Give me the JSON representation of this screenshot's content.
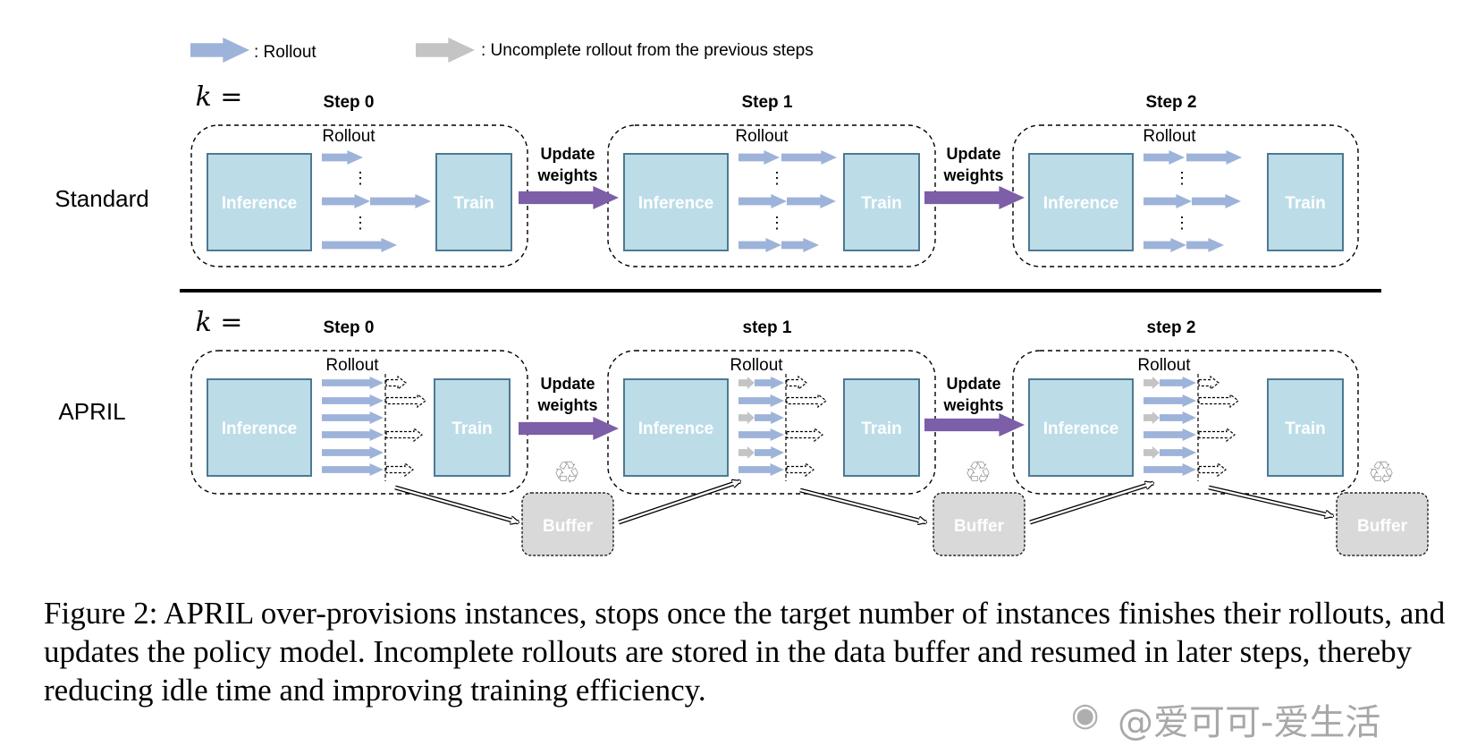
{
  "legend": {
    "rollout_label": ": Rollout",
    "incomplete_label": ": Uncomplete rollout from the previous steps",
    "colors": {
      "rollout": "#9db3d9",
      "incomplete": "#c4c4c4"
    }
  },
  "k_label": "k =",
  "standard": {
    "row_label": "Standard",
    "steps": [
      {
        "title": "Step 0",
        "rollout_label": "Rollout",
        "inference_label": "Inference",
        "train_label": "Train"
      },
      {
        "title": "Step 1",
        "rollout_label": "Rollout",
        "inference_label": "Inference",
        "train_label": "Train"
      },
      {
        "title": "Step 2",
        "rollout_label": "Rollout",
        "inference_label": "Inference",
        "train_label": "Train"
      }
    ],
    "update_labels": [
      "Update\nweights",
      "Update\nweights"
    ]
  },
  "april": {
    "row_label": "APRIL",
    "steps": [
      {
        "title": "Step 0",
        "rollout_label": "Rollout",
        "inference_label": "Inference",
        "train_label": "Train"
      },
      {
        "title": "step 1",
        "rollout_label": "Rollout",
        "inference_label": "Inference",
        "train_label": "Train"
      },
      {
        "title": "step 2",
        "rollout_label": "Rollout",
        "inference_label": "Inference",
        "train_label": "Train"
      }
    ],
    "update_labels": [
      "Update\nweights",
      "Update\nweights"
    ],
    "buffer_label": "Buffer",
    "recycle_icon": "recycle-icon"
  },
  "colors": {
    "box_fill": "#bcdce8",
    "box_stroke": "#4c7a93",
    "box_text": "#ffffff",
    "update_arrow": "#7d5ea8",
    "buffer_fill": "#d9d9d9",
    "divider": "#000000"
  },
  "caption": "Figure 2: APRIL over-provisions instances, stops once the target number of instances finishes their rollouts, and updates the policy model. Incomplete rollouts are stored in the data buffer and resumed in later steps, thereby reducing idle time and improving training efficiency.",
  "watermark": "@爱可可-爱生活"
}
